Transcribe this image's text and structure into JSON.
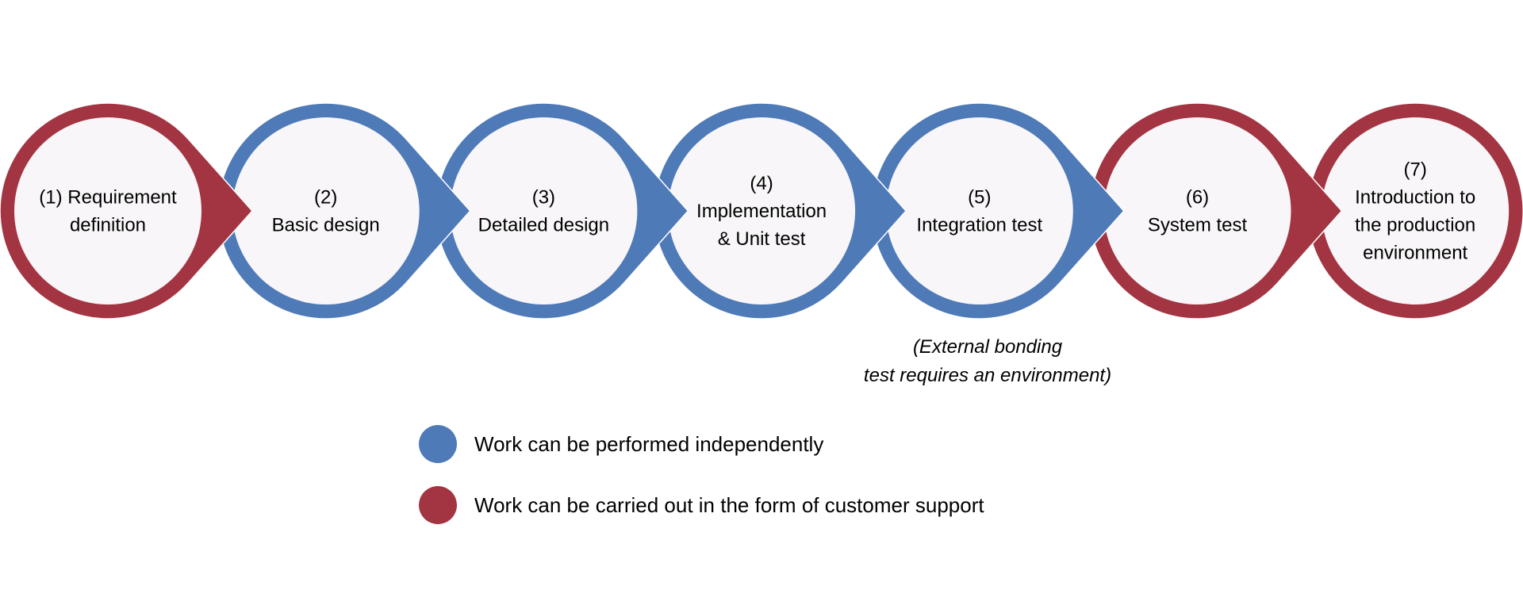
{
  "colors": {
    "independent": "#4f7ab8",
    "customer_support": "#a33542",
    "circle_fill": "#f8f6f8"
  },
  "steps": [
    {
      "number": "(1)",
      "lines": [
        "(1) Requirement",
        "definition"
      ],
      "category": "customer_support"
    },
    {
      "number": "(2)",
      "lines": [
        "(2)",
        "Basic design"
      ],
      "category": "independent"
    },
    {
      "number": "(3)",
      "lines": [
        "(3)",
        "Detailed design"
      ],
      "category": "independent"
    },
    {
      "number": "(4)",
      "lines": [
        "(4)",
        "Implementation",
        "& Unit test"
      ],
      "category": "independent"
    },
    {
      "number": "(5)",
      "lines": [
        "(5)",
        "Integration test"
      ],
      "category": "independent"
    },
    {
      "number": "(6)",
      "lines": [
        "(6)",
        "System test"
      ],
      "category": "customer_support"
    },
    {
      "number": "(7)",
      "lines": [
        "(7)",
        "Introduction to",
        "the production",
        "environment"
      ],
      "category": "customer_support"
    }
  ],
  "note": {
    "line1": "(External bonding",
    "line2": "test requires an environment)"
  },
  "legend": {
    "independent_label": "Work can be performed independently",
    "customer_support_label": "Work can be carried out in the form of customer support"
  }
}
